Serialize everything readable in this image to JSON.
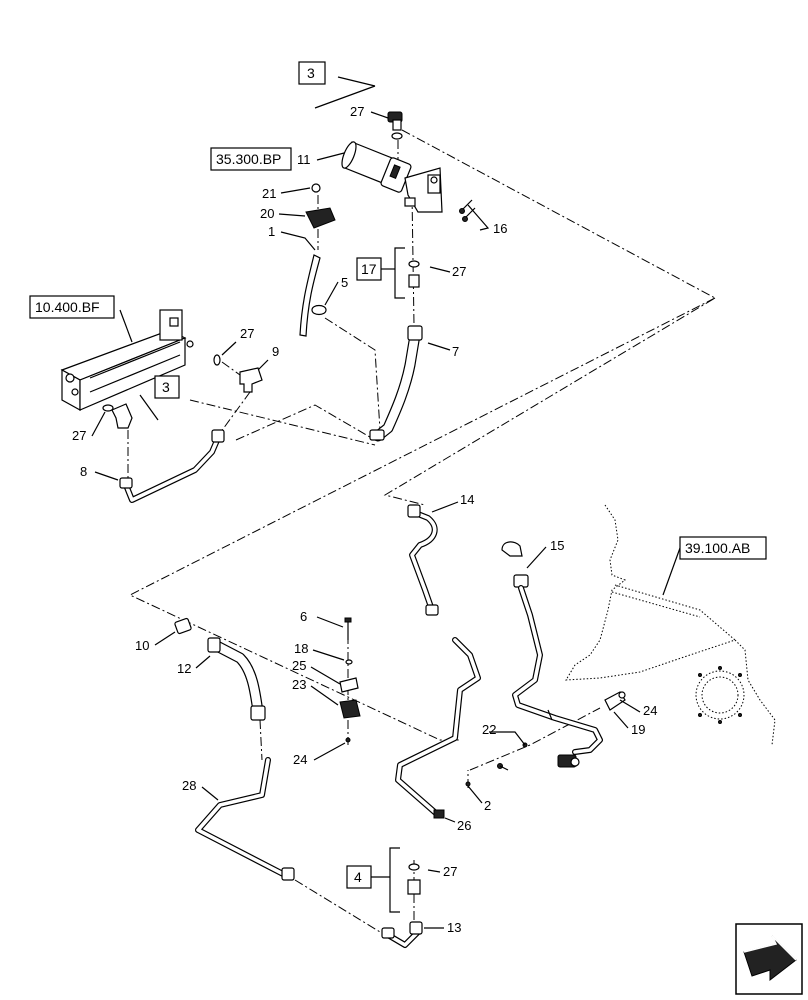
{
  "references": {
    "ref_35_300_bp": "35.300.BP",
    "ref_10_400_bf": "10.400.BF",
    "ref_39_100_ab": "39.100.AB",
    "box_3_top": "3",
    "box_3_left": "3",
    "box_17": "17",
    "box_4": "4"
  },
  "callouts": {
    "c1": "1",
    "c2": "2",
    "c5": "5",
    "c6": "6",
    "c7": "7",
    "c8": "8",
    "c9": "9",
    "c10": "10",
    "c11": "11",
    "c12": "12",
    "c13": "13",
    "c14": "14",
    "c15": "15",
    "c16": "16",
    "c18": "18",
    "c19": "19",
    "c20": "20",
    "c21": "21",
    "c22": "22",
    "c23": "23",
    "c24_center": "24",
    "c24_right": "24",
    "c25": "25",
    "c26": "26",
    "c27_top": "27",
    "c27_17": "27",
    "c27_mid": "27",
    "c27_left": "27",
    "c27_bottom": "27",
    "c28": "28"
  },
  "icons": {
    "nav_arrow": "forward-arrow-icon"
  }
}
